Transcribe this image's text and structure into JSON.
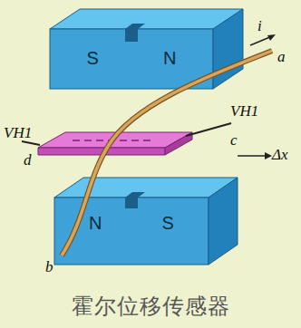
{
  "diagram": {
    "caption": "霍尔位移传感器",
    "nodes": [
      {
        "text": [
          "S",
          "N"
        ]
      },
      {
        "text": [
          "N",
          "S"
        ]
      }
    ],
    "labels": [
      "i",
      "a",
      "VH1",
      "d",
      "VH1",
      "c",
      "Δx",
      "b"
    ]
  }
}
